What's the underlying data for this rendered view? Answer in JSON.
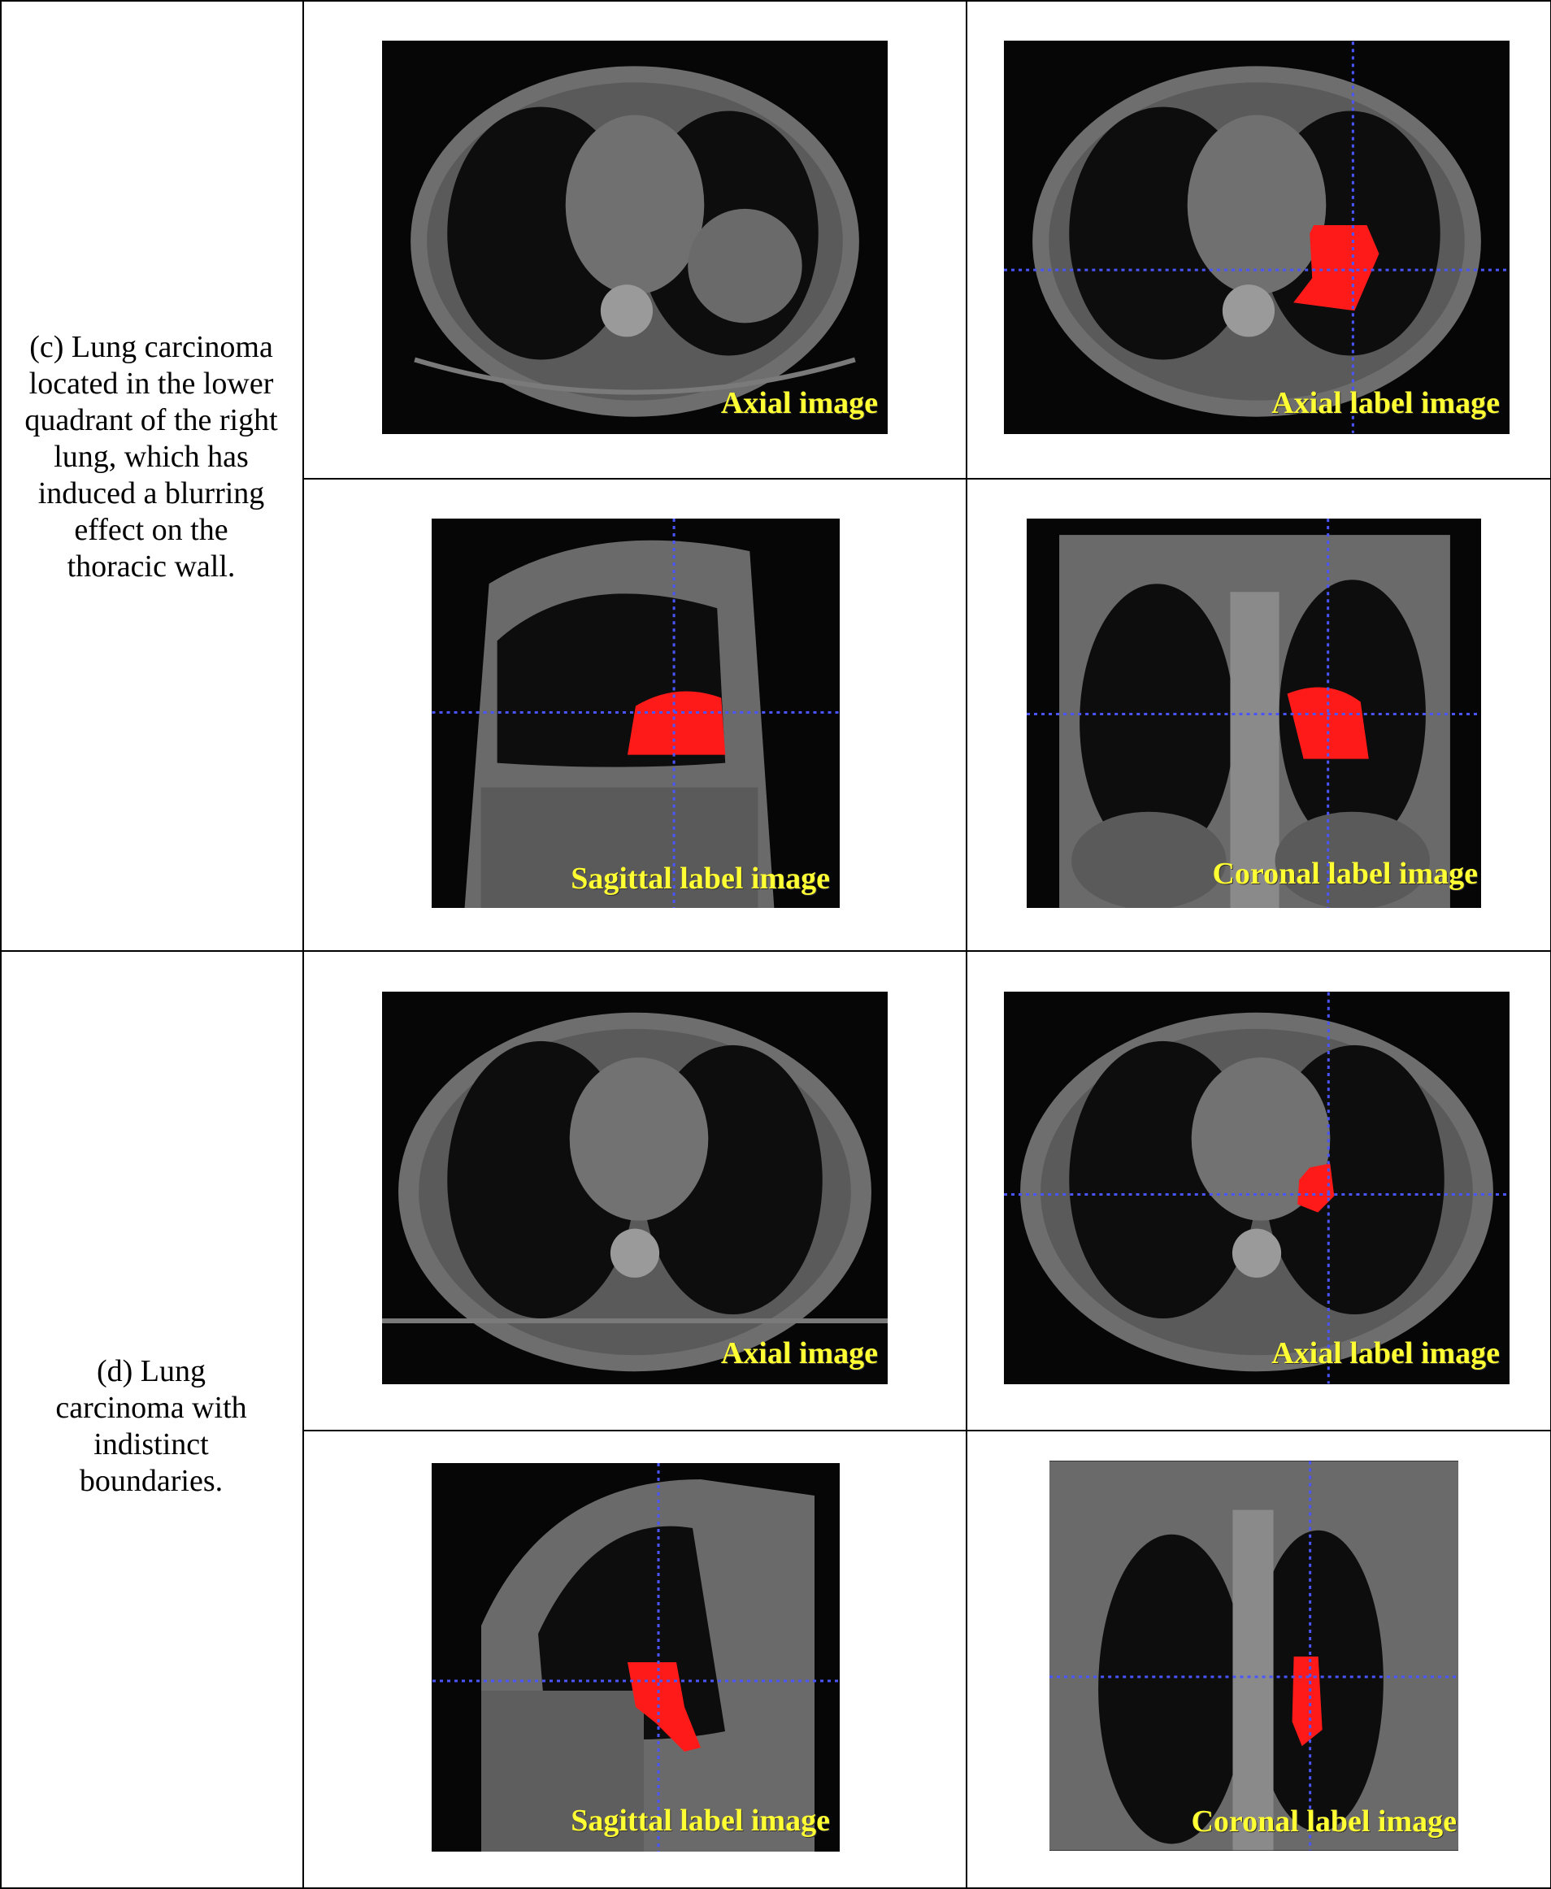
{
  "rows": [
    {
      "description": "(c) Lung carcinoma located in the lower quadrant of the right lung, which has induced a blurring effect on the thoracic wall.",
      "panels": [
        {
          "caption": "Axial image",
          "view": "axial",
          "labeled": false
        },
        {
          "caption": "Axial label image",
          "view": "axial",
          "labeled": true
        },
        {
          "caption": "Sagittal label image",
          "view": "sagittal",
          "labeled": true
        },
        {
          "caption": "Coronal label image",
          "view": "coronal",
          "labeled": true
        }
      ]
    },
    {
      "description": "(d) Lung carcinoma with indistinct boundaries.",
      "panels": [
        {
          "caption": "Axial image",
          "view": "axial",
          "labeled": false
        },
        {
          "caption": "Axial label image",
          "view": "axial",
          "labeled": true
        },
        {
          "caption": "Sagittal label image",
          "view": "sagittal",
          "labeled": true
        },
        {
          "caption": "Coronal label image",
          "view": "coronal",
          "labeled": true
        }
      ]
    }
  ],
  "colors": {
    "caption": "#ffff33",
    "label": "#ff1a1a",
    "crosshair": "#4a55ff",
    "border": "#000000"
  }
}
